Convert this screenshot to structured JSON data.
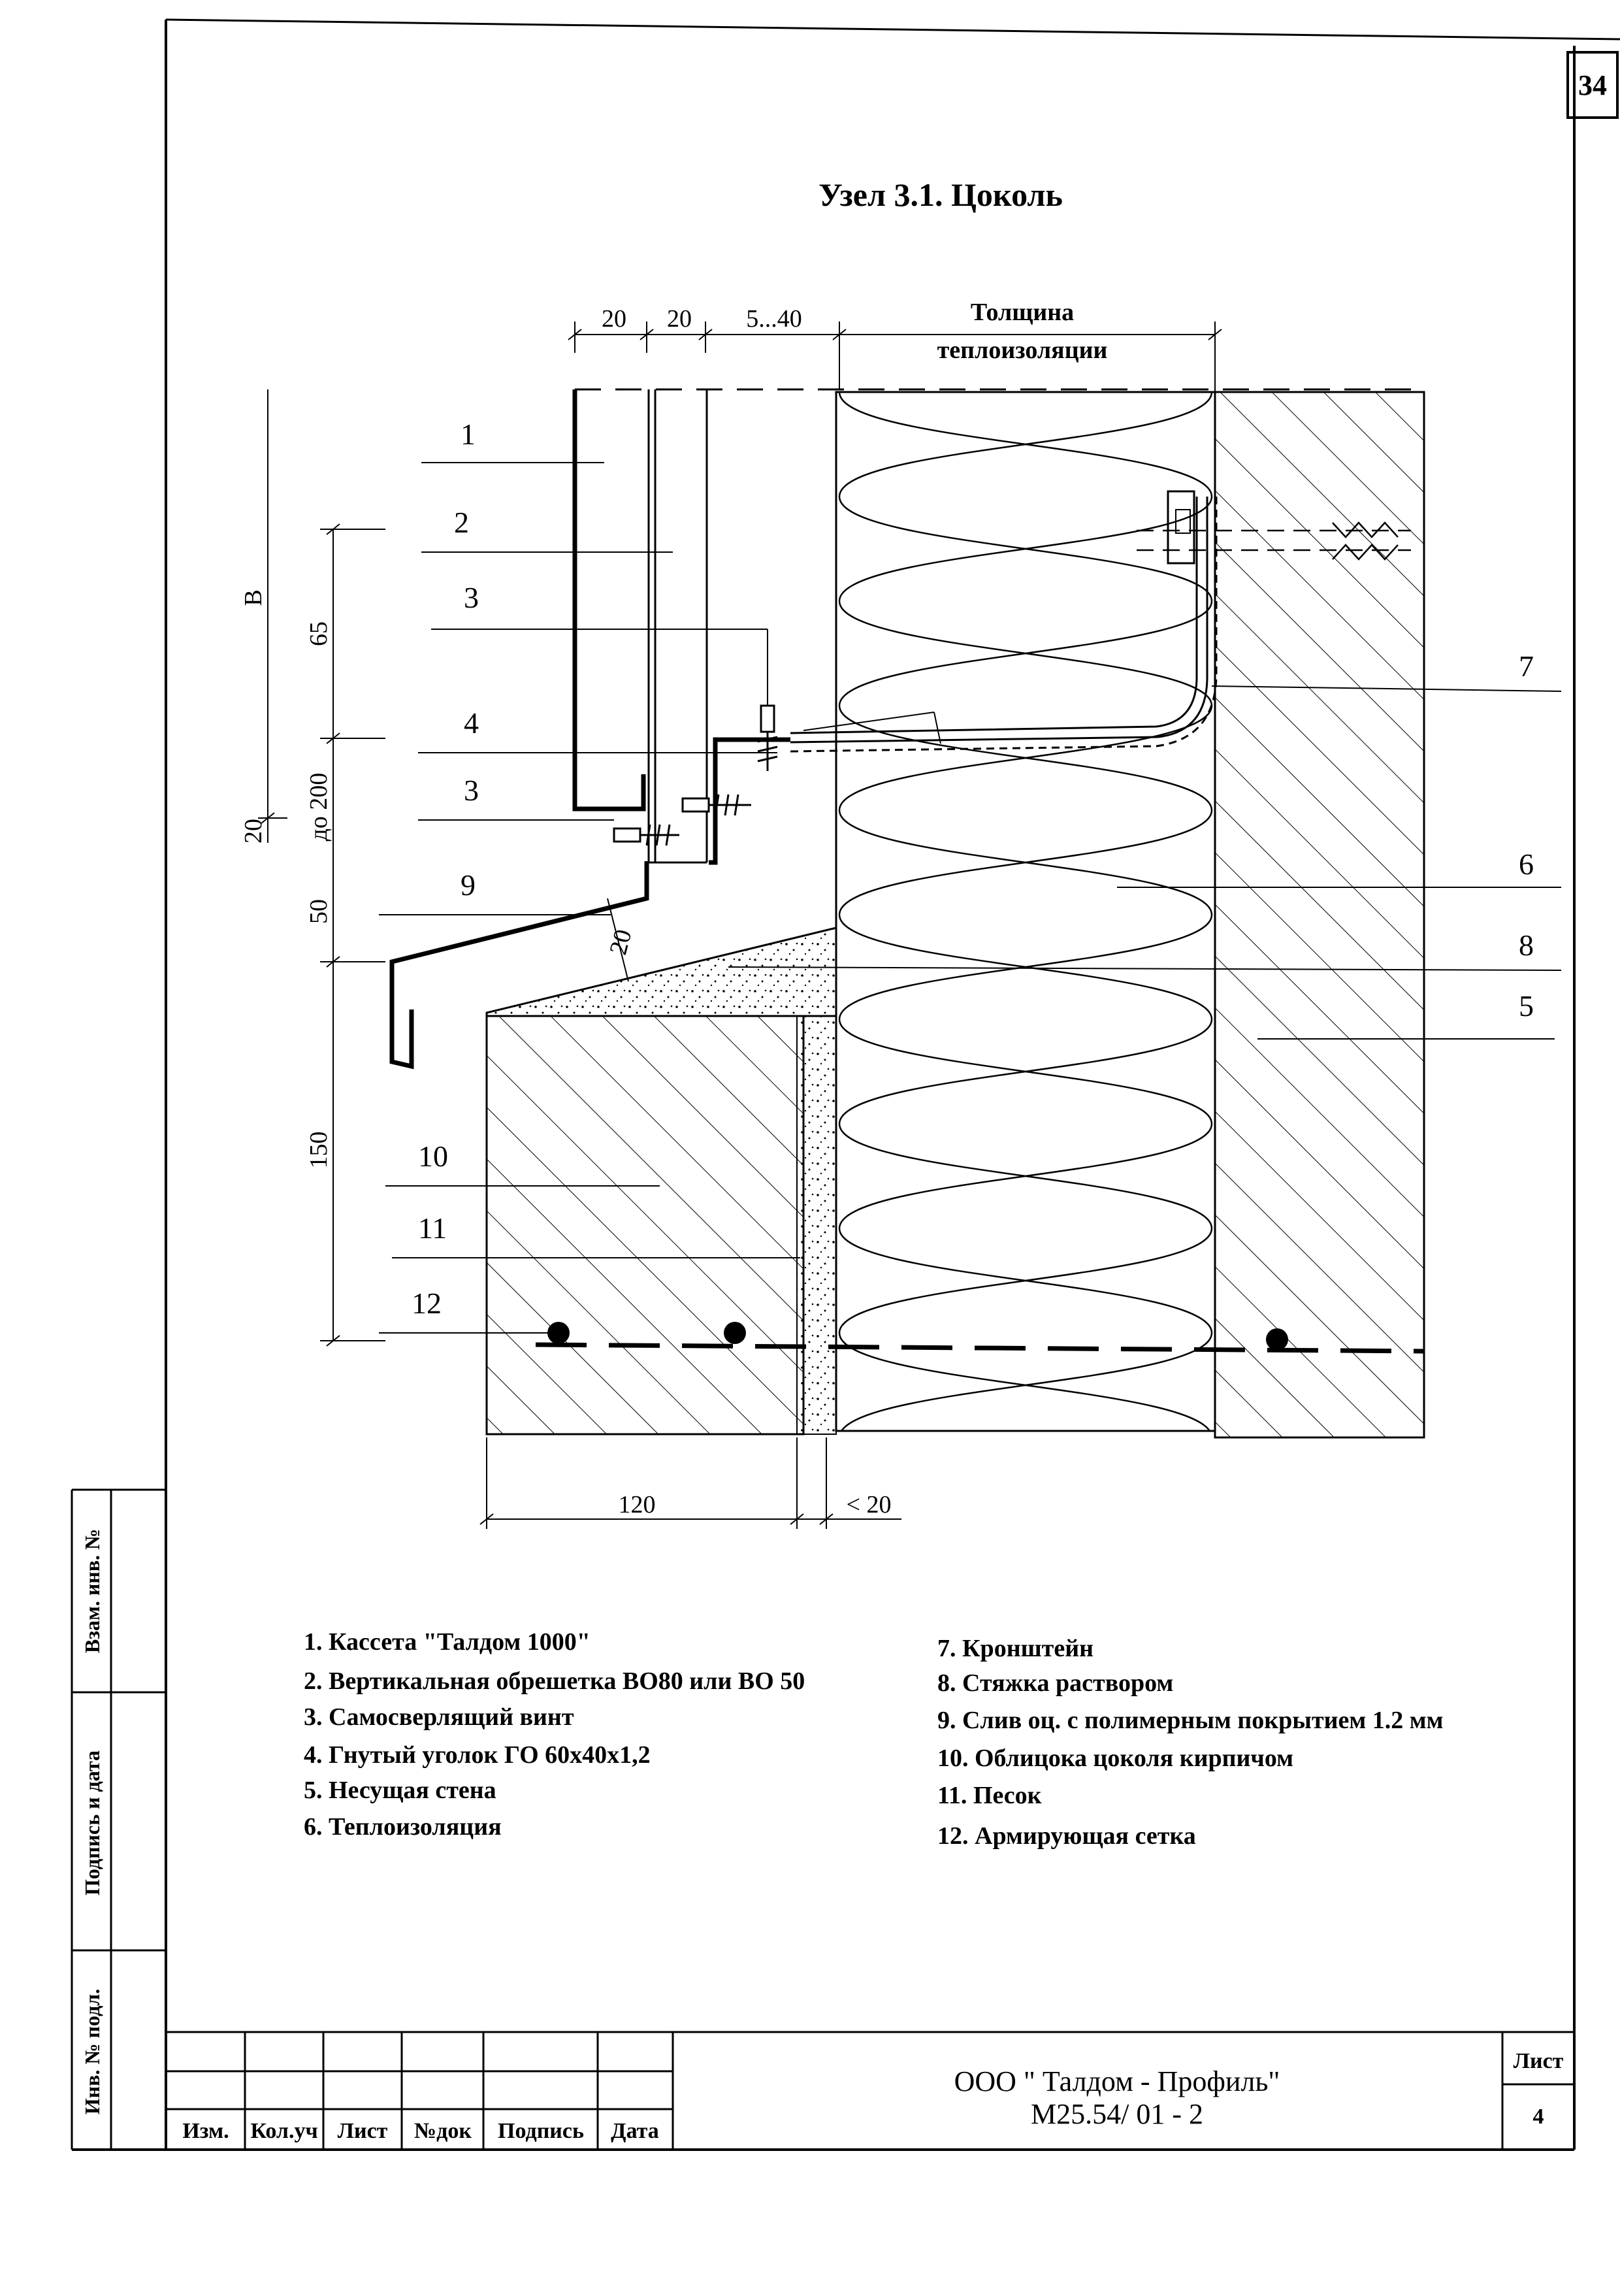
{
  "sheet_number": "34",
  "title": "Узел 3.1. Цоколь",
  "dimensions": {
    "top_20_a": "20",
    "top_20_b": "20",
    "top_5_40": "5...40",
    "insulation_label_1": "Толщина",
    "insulation_label_2": "теплоизоляции",
    "left_B": "В",
    "left_65": "65",
    "left_20": "20",
    "left_do200": "до 200",
    "left_50": "50",
    "left_150": "150",
    "slope_20": "20",
    "bottom_120": "120",
    "bottom_lt20": "< 20"
  },
  "callouts": [
    "1",
    "2",
    "3",
    "4",
    "3",
    "9",
    "10",
    "11",
    "12",
    "7",
    "6",
    "8",
    "5"
  ],
  "legend_left": [
    "1. Кассета \"Талдом 1000\"",
    "2. Вертикальная обрешетка ВО80 или ВО 50",
    "3. Самосверлящий винт",
    "4. Гнутый уголок ГО 60х40х1,2",
    "5.  Несущая стена",
    "6. Теплоизоляция"
  ],
  "legend_right": [
    "7. Кронштейн",
    "8.  Стяжка раствором",
    "9. Слив оц. с полимерным покрытием 1.2 мм",
    "10. Облицока цоколя кирпичом",
    "11. Песок",
    "12. Армирующая сетка"
  ],
  "side_stamps": [
    "Взам. инв. №",
    "Подпись и дата",
    "Инв. № подл."
  ],
  "title_block": {
    "headers": [
      "Изм.",
      "Кол.уч",
      "Лист",
      "№док",
      "Подпись",
      "Дата"
    ],
    "company": "ООО \" Талдом - Профиль\"",
    "code": "М25.54/ 01 - 2",
    "sheet_label": "Лист",
    "sheet_value": "4"
  }
}
